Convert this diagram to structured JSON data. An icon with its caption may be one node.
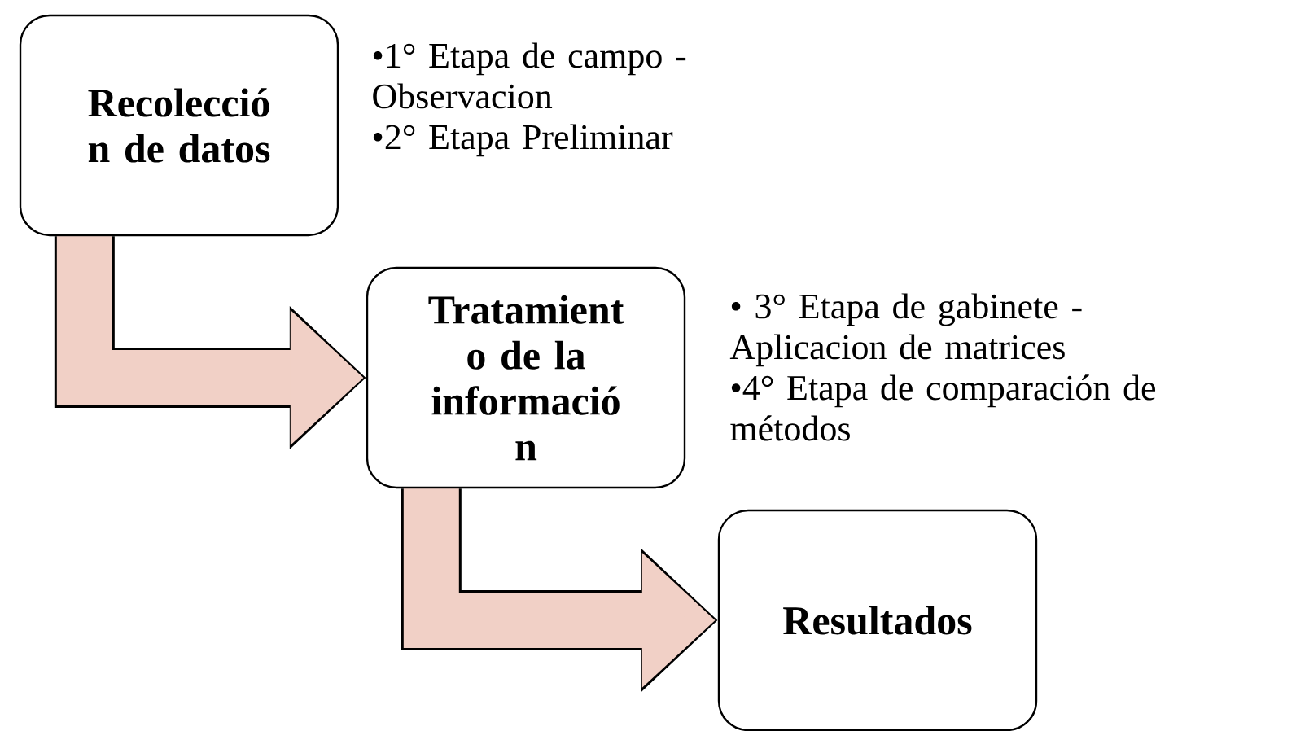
{
  "diagram": {
    "nodes": [
      {
        "text": [
          "Recolecció n de datos"
        ],
        "beside": [
          "•1° Etapa de campo - Observacion",
          "•2° Etapa Preliminar"
        ]
      },
      {
        "text": [
          "Tratamient o de la informació n"
        ],
        "beside": [
          "• 3° Etapa de gabinete - Aplicacion de matrices",
          "•4° Etapa de comparación de métodos"
        ]
      },
      {
        "text": [
          "Resultados"
        ]
      }
    ],
    "edges": [
      {
        "from": 0,
        "to": 1,
        "arrow": "to"
      },
      {
        "from": 1,
        "to": 2,
        "arrow": "to"
      }
    ]
  }
}
